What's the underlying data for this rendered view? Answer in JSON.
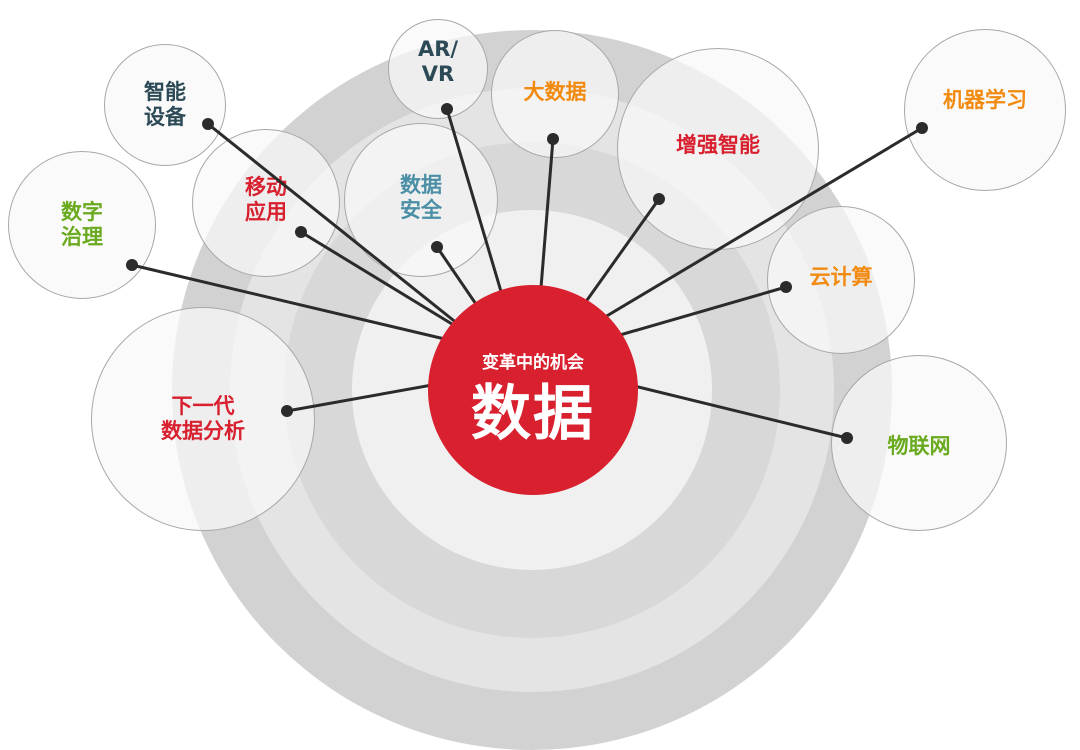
{
  "colors": {
    "core": "#d8202f",
    "red": "#d8202f",
    "orange": "#f28a0f",
    "green": "#6aaa1e",
    "teal": "#4a8fa6",
    "dark_teal": "#2c4a55",
    "connector": "#2b2b2b",
    "ring_outer": "#d0d0d0",
    "ring_2": "#e3e3e3",
    "ring_3": "#d6d6d6",
    "ring_inner": "#efefef"
  },
  "center": {
    "subtitle": "变革中的机会",
    "title": "数据"
  },
  "nodes": [
    {
      "id": "smart-devices",
      "label": "智能\n设备",
      "color": "#2c4a55"
    },
    {
      "id": "digital-governance",
      "label": "数字\n治理",
      "color": "#6aaa1e"
    },
    {
      "id": "mobile-apps",
      "label": "移动\n应用",
      "color": "#d8202f"
    },
    {
      "id": "ar-vr",
      "label": "AR/\nVR",
      "color": "#2c4a55"
    },
    {
      "id": "data-security",
      "label": "数据\n安全",
      "color": "#4a8fa6"
    },
    {
      "id": "big-data",
      "label": "大数据",
      "color": "#f28a0f"
    },
    {
      "id": "augmented-intelligence",
      "label": "增强智能",
      "color": "#d8202f"
    },
    {
      "id": "machine-learning",
      "label": "机器学习",
      "color": "#f28a0f"
    },
    {
      "id": "cloud-computing",
      "label": "云计算",
      "color": "#f28a0f"
    },
    {
      "id": "next-gen-analytics",
      "label": "下一代\n数据分析",
      "color": "#d8202f"
    },
    {
      "id": "iot",
      "label": "物联网",
      "color": "#6aaa1e"
    }
  ]
}
